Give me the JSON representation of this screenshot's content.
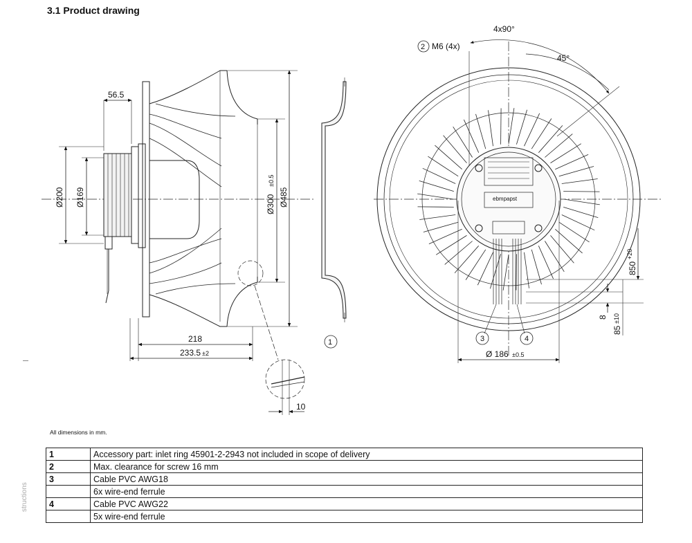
{
  "heading": "3.1 Product drawing",
  "side_view": {
    "dim_56_5": "56.5",
    "dim_200": "Ø200",
    "dim_169": "Ø169",
    "dim_300": "Ø300",
    "dim_300_tol": "±0.5",
    "dim_485": "Ø485",
    "dim_218": "218",
    "dim_233_5": "233.5",
    "dim_233_5_tol": "±2",
    "dim_10": "10"
  },
  "inlet_ring_marker": "1",
  "front_view": {
    "angle_4x90": "4x90°",
    "angle_45": "45°",
    "marker_2": "2",
    "m6_label": "M6 (4x)",
    "dim_850": "850",
    "dim_850_tol": "+20",
    "dim_8": "8",
    "dim_85": "85",
    "dim_85_tol": "±10",
    "dim_186": "Ø 186",
    "dim_186_tol": "±0.5",
    "marker_3": "3",
    "marker_4": "4",
    "brand_text": "ebmpapst"
  },
  "note": "All dimensions in mm.",
  "legend": [
    {
      "num": "1",
      "text": "Accessory part: inlet ring 45901-2-2943 not included in scope of delivery"
    },
    {
      "num": "2",
      "text": "Max. clearance for screw 16 mm"
    },
    {
      "num": "3",
      "text": "Cable PVC AWG18"
    },
    {
      "num": "",
      "text": "6x wire-end ferrule"
    },
    {
      "num": "4",
      "text": "Cable PVC AWG22"
    },
    {
      "num": "",
      "text": "5x wire-end ferrule"
    }
  ],
  "side_text": "structions"
}
